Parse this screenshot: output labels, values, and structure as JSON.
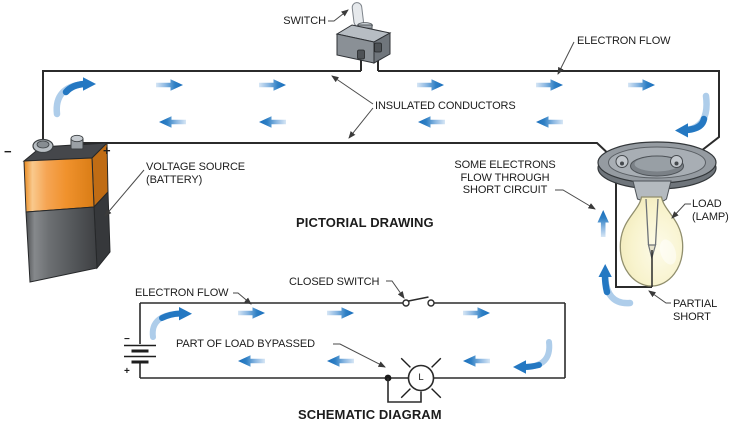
{
  "colors": {
    "accent_blue": "#2e7fc4",
    "accent_blue_light": "#cfe2f4",
    "battery_orange": "#f0922d",
    "battery_gray": "#55585b",
    "metal_gray": "#9aa0a6",
    "bulb_yellow": "#f8f3cd",
    "wire_black": "#2b2b2b",
    "text_black": "#1c1c1c"
  },
  "pictorial": {
    "title": "PICTORIAL DRAWING",
    "labels": {
      "switch": "SWITCH",
      "electron_flow": "ELECTRON FLOW",
      "insulated_conductors": "INSULATED CONDUCTORS",
      "voltage_source_line1": "VOLTAGE SOURCE",
      "voltage_source_line2": "(BATTERY)",
      "short_electrons_line1": "SOME ELECTRONS",
      "short_electrons_line2": "FLOW THROUGH",
      "short_electrons_line3": "SHORT CIRCUIT",
      "load_line1": "LOAD",
      "load_line2": "(LAMP)",
      "partial_line1": "PARTIAL",
      "partial_line2": "SHORT",
      "battery_minus": "−",
      "battery_plus": "+"
    }
  },
  "schematic": {
    "title": "SCHEMATIC DIAGRAM",
    "labels": {
      "electron_flow": "ELECTRON FLOW",
      "closed_switch": "CLOSED SWITCH",
      "part_of_load_bypassed": "PART OF LOAD BYPASSED",
      "lamp_letter": "L",
      "battery_minus": "−",
      "battery_plus": "+"
    }
  }
}
